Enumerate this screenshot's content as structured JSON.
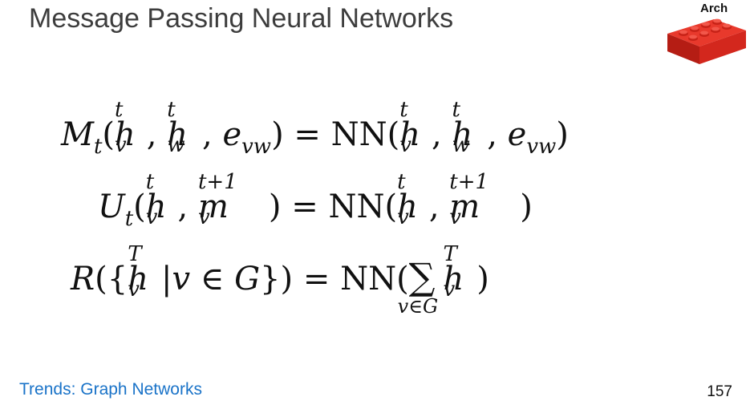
{
  "slide": {
    "title": "Message Passing Neural Networks",
    "tag": "Arch",
    "footer_link": "Trends: Graph Networks",
    "page_number": "157"
  },
  "equations": {
    "eq1": {
      "M": "M",
      "t": "t",
      "lp": "(",
      "h": "h",
      "v": "v",
      "w": "w",
      "comma": ", ",
      "e": "e",
      "vw": "vw",
      "rp": ")",
      "eqsign": " = ",
      "NN": "NN"
    },
    "eq2": {
      "U": "U",
      "t": "t",
      "lp": "(",
      "h": "h",
      "v": "v",
      "m": "m",
      "tp1": "t+1",
      "comma": ", ",
      "rp": ")",
      "eqsign": " = ",
      "NN": "NN"
    },
    "eq3": {
      "R": "R",
      "lp": "(",
      "lb": "{",
      "h": "h",
      "T": "T",
      "v": "v",
      "bar": "|",
      "in": " ∈ ",
      "G": "G",
      "rb": "}",
      "rp": ")",
      "eqsign": " = ",
      "NN": "NN",
      "sum": "∑",
      "under": "v∈G"
    }
  },
  "colors": {
    "title": "#3d3d3d",
    "link": "#1a73c8",
    "brick": "#d9261c"
  },
  "icons": {
    "brick": "lego-brick-icon"
  }
}
